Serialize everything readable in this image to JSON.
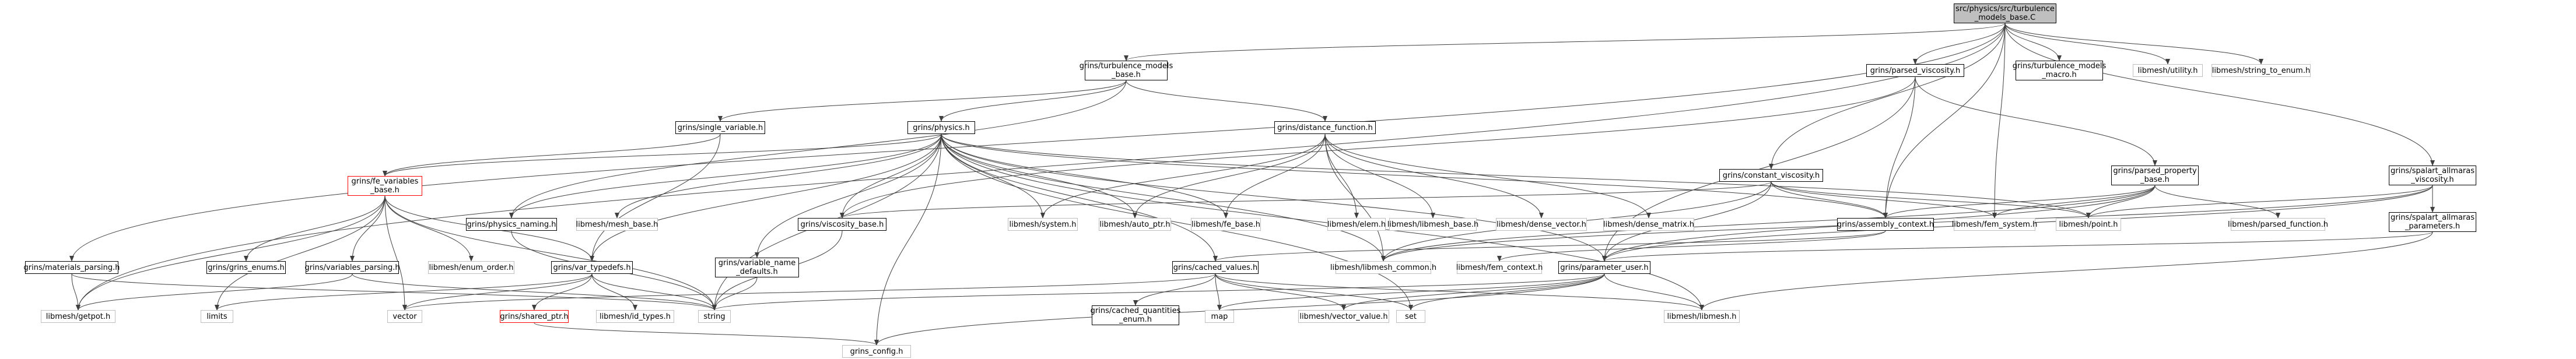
{
  "nodes": [
    {
      "id": "root",
      "label": "src/physics/src/turbulence\n_models_base.C",
      "kind": "root"
    },
    {
      "id": "tmb_h",
      "label": "grins/turbulence_models\n_base.h",
      "kind": "doc"
    },
    {
      "id": "parsed_visc",
      "label": "grins/parsed_viscosity.h",
      "kind": "doc"
    },
    {
      "id": "tm_macro",
      "label": "grins/turbulence_models\n_macro.h",
      "kind": "doc"
    },
    {
      "id": "utility",
      "label": "libmesh/utility.h",
      "kind": "ext"
    },
    {
      "id": "str_enum",
      "label": "libmesh/string_to_enum.h",
      "kind": "ext"
    },
    {
      "id": "single_var",
      "label": "grins/single_variable.h",
      "kind": "doc"
    },
    {
      "id": "physics",
      "label": "grins/physics.h",
      "kind": "doc"
    },
    {
      "id": "dist_fn",
      "label": "grins/distance_function.h",
      "kind": "doc"
    },
    {
      "id": "const_visc",
      "label": "grins/constant_viscosity.h",
      "kind": "doc"
    },
    {
      "id": "parsed_prop",
      "label": "grins/parsed_property\n_base.h",
      "kind": "doc"
    },
    {
      "id": "sa_visc",
      "label": "grins/spalart_allmaras\n_viscosity.h",
      "kind": "doc"
    },
    {
      "id": "fe_vars",
      "label": "grins/fe_variables\n_base.h",
      "kind": "red"
    },
    {
      "id": "phys_naming",
      "label": "grins/physics_naming.h",
      "kind": "doc"
    },
    {
      "id": "mesh_base",
      "label": "libmesh/mesh_base.h",
      "kind": "ext"
    },
    {
      "id": "visc_base",
      "label": "grins/viscosity_base.h",
      "kind": "doc"
    },
    {
      "id": "system",
      "label": "libmesh/system.h",
      "kind": "ext"
    },
    {
      "id": "auto_ptr",
      "label": "libmesh/auto_ptr.h",
      "kind": "ext"
    },
    {
      "id": "fe_base",
      "label": "libmesh/fe_base.h",
      "kind": "ext"
    },
    {
      "id": "elem",
      "label": "libmesh/elem.h",
      "kind": "ext"
    },
    {
      "id": "lm_base",
      "label": "libmesh/libmesh_base.h",
      "kind": "ext"
    },
    {
      "id": "dense_vec",
      "label": "libmesh/dense_vector.h",
      "kind": "ext"
    },
    {
      "id": "dense_mat",
      "label": "libmesh/dense_matrix.h",
      "kind": "ext"
    },
    {
      "id": "assembly",
      "label": "grins/assembly_context.h",
      "kind": "doc"
    },
    {
      "id": "fem_system",
      "label": "libmesh/fem_system.h",
      "kind": "ext"
    },
    {
      "id": "point",
      "label": "libmesh/point.h",
      "kind": "ext"
    },
    {
      "id": "parsed_fn",
      "label": "libmesh/parsed_function.h",
      "kind": "ext"
    },
    {
      "id": "sa_params",
      "label": "grins/spalart_allmaras\n_parameters.h",
      "kind": "doc"
    },
    {
      "id": "mat_parsing",
      "label": "grins/materials_parsing.h",
      "kind": "doc"
    },
    {
      "id": "grins_enums",
      "label": "grins/grins_enums.h",
      "kind": "doc"
    },
    {
      "id": "vars_parsing",
      "label": "grins/variables_parsing.h",
      "kind": "doc"
    },
    {
      "id": "enum_order",
      "label": "libmesh/enum_order.h",
      "kind": "ext"
    },
    {
      "id": "var_typedefs",
      "label": "grins/var_typedefs.h",
      "kind": "doc"
    },
    {
      "id": "var_name_def",
      "label": "grins/variable_name\n_defaults.h",
      "kind": "doc"
    },
    {
      "id": "cached_vals",
      "label": "grins/cached_values.h",
      "kind": "doc"
    },
    {
      "id": "lm_common",
      "label": "libmesh/libmesh_common.h",
      "kind": "ext"
    },
    {
      "id": "fem_context",
      "label": "libmesh/fem_context.h",
      "kind": "ext"
    },
    {
      "id": "param_user",
      "label": "grins/parameter_user.h",
      "kind": "doc"
    },
    {
      "id": "getpot",
      "label": "libmesh/getpot.h",
      "kind": "ext"
    },
    {
      "id": "limits",
      "label": "limits",
      "kind": "ext"
    },
    {
      "id": "vector",
      "label": "vector",
      "kind": "ext"
    },
    {
      "id": "shared_ptr",
      "label": "grins/shared_ptr.h",
      "kind": "red"
    },
    {
      "id": "id_types",
      "label": "libmesh/id_types.h",
      "kind": "ext"
    },
    {
      "id": "string",
      "label": "string",
      "kind": "ext"
    },
    {
      "id": "cached_enum",
      "label": "grins/cached_quantities\n_enum.h",
      "kind": "doc"
    },
    {
      "id": "map",
      "label": "map",
      "kind": "ext"
    },
    {
      "id": "vec_value",
      "label": "libmesh/vector_value.h",
      "kind": "ext"
    },
    {
      "id": "set",
      "label": "set",
      "kind": "ext"
    },
    {
      "id": "libmesh",
      "label": "libmesh/libmesh.h",
      "kind": "ext"
    },
    {
      "id": "grins_config",
      "label": "grins_config.h",
      "kind": "ext"
    }
  ],
  "edges": [
    [
      "root",
      "tmb_h"
    ],
    [
      "root",
      "parsed_visc"
    ],
    [
      "root",
      "tm_macro"
    ],
    [
      "root",
      "utility"
    ],
    [
      "root",
      "str_enum"
    ],
    [
      "root",
      "const_visc"
    ],
    [
      "root",
      "sa_visc"
    ],
    [
      "root",
      "assembly"
    ],
    [
      "root",
      "fem_system"
    ],
    [
      "root",
      "getpot"
    ],
    [
      "root",
      "mat_parsing"
    ],
    [
      "tmb_h",
      "single_var"
    ],
    [
      "tmb_h",
      "physics"
    ],
    [
      "tmb_h",
      "dist_fn"
    ],
    [
      "tmb_h",
      "phys_naming"
    ],
    [
      "parsed_visc",
      "visc_base"
    ],
    [
      "parsed_visc",
      "parsed_prop"
    ],
    [
      "parsed_visc",
      "param_user"
    ],
    [
      "parsed_visc",
      "assembly"
    ],
    [
      "single_var",
      "fe_vars"
    ],
    [
      "single_var",
      "var_typedefs"
    ],
    [
      "physics",
      "fe_vars"
    ],
    [
      "physics",
      "phys_naming"
    ],
    [
      "physics",
      "mesh_base"
    ],
    [
      "physics",
      "visc_base"
    ],
    [
      "physics",
      "system"
    ],
    [
      "physics",
      "auto_ptr"
    ],
    [
      "physics",
      "fe_base"
    ],
    [
      "physics",
      "point"
    ],
    [
      "physics",
      "var_name_def"
    ],
    [
      "physics",
      "cached_vals"
    ],
    [
      "physics",
      "lm_common"
    ],
    [
      "physics",
      "param_user"
    ],
    [
      "physics",
      "var_typedefs"
    ],
    [
      "physics",
      "string"
    ],
    [
      "physics",
      "grins_config"
    ],
    [
      "physics",
      "set"
    ],
    [
      "physics",
      "libmesh"
    ],
    [
      "physics",
      "assembly"
    ],
    [
      "dist_fn",
      "system"
    ],
    [
      "dist_fn",
      "auto_ptr"
    ],
    [
      "dist_fn",
      "fe_base"
    ],
    [
      "dist_fn",
      "elem"
    ],
    [
      "dist_fn",
      "lm_base"
    ],
    [
      "dist_fn",
      "dense_vec"
    ],
    [
      "dist_fn",
      "dense_mat"
    ],
    [
      "dist_fn",
      "lm_common"
    ],
    [
      "const_visc",
      "visc_base"
    ],
    [
      "const_visc",
      "assembly"
    ],
    [
      "const_visc",
      "fem_system"
    ],
    [
      "const_visc",
      "point"
    ],
    [
      "const_visc",
      "param_user"
    ],
    [
      "const_visc",
      "lm_common"
    ],
    [
      "parsed_prop",
      "assembly"
    ],
    [
      "parsed_prop",
      "fem_system"
    ],
    [
      "parsed_prop",
      "point"
    ],
    [
      "parsed_prop",
      "parsed_fn"
    ],
    [
      "parsed_prop",
      "param_user"
    ],
    [
      "parsed_prop",
      "lm_common"
    ],
    [
      "sa_visc",
      "sa_params"
    ],
    [
      "sa_visc",
      "point"
    ],
    [
      "sa_visc",
      "param_user"
    ],
    [
      "sa_visc",
      "lm_common"
    ],
    [
      "sa_params",
      "param_user"
    ],
    [
      "sa_params",
      "libmesh"
    ],
    [
      "fe_vars",
      "var_typedefs"
    ],
    [
      "fe_vars",
      "grins_enums"
    ],
    [
      "fe_vars",
      "vars_parsing"
    ],
    [
      "fe_vars",
      "enum_order"
    ],
    [
      "fe_vars",
      "limits"
    ],
    [
      "fe_vars",
      "vector"
    ],
    [
      "fe_vars",
      "string"
    ],
    [
      "fe_vars",
      "getpot"
    ],
    [
      "vars_parsing",
      "getpot"
    ],
    [
      "vars_parsing",
      "string"
    ],
    [
      "mat_parsing",
      "getpot"
    ],
    [
      "mat_parsing",
      "string"
    ],
    [
      "phys_naming",
      "string"
    ],
    [
      "visc_base",
      "string"
    ],
    [
      "var_name_def",
      "string"
    ],
    [
      "var_typedefs",
      "limits"
    ],
    [
      "var_typedefs",
      "shared_ptr"
    ],
    [
      "var_typedefs",
      "id_types"
    ],
    [
      "var_typedefs",
      "string"
    ],
    [
      "var_typedefs",
      "vector"
    ],
    [
      "shared_ptr",
      "grins_config"
    ],
    [
      "assembly",
      "fem_context"
    ],
    [
      "assembly",
      "cached_vals"
    ],
    [
      "cached_vals",
      "cached_enum"
    ],
    [
      "cached_vals",
      "map"
    ],
    [
      "cached_vals",
      "vec_value"
    ],
    [
      "cached_vals",
      "set"
    ],
    [
      "cached_vals",
      "libmesh"
    ],
    [
      "cached_vals",
      "vector"
    ],
    [
      "param_user",
      "map"
    ],
    [
      "param_user",
      "set"
    ],
    [
      "param_user",
      "string"
    ],
    [
      "param_user",
      "libmesh"
    ],
    [
      "param_user",
      "vec_value"
    ],
    [
      "param_user",
      "grins_config"
    ]
  ]
}
